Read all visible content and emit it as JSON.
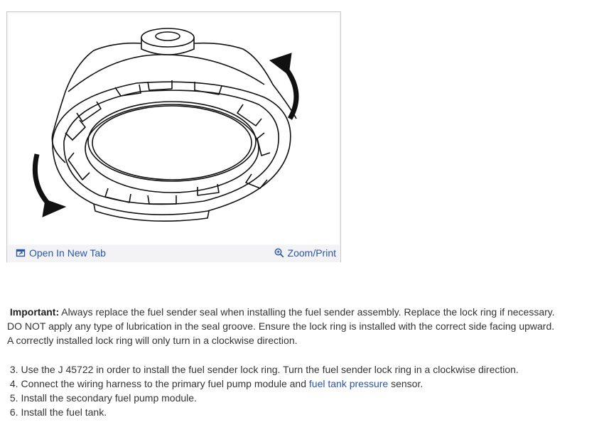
{
  "figure": {
    "icons": [
      "open-in-new-tab-icon",
      "zoom-magnifier-icon"
    ],
    "open_tab_label": "Open In New Tab",
    "zoom_print_label": "Zoom/Print"
  },
  "important_note": {
    "label": "Important:",
    "line1": " Always replace the fuel sender seal when installing the fuel sender assembly. Replace the lock ring if necessary.",
    "line2": "DO NOT apply any type of lubrication in the seal groove. Ensure the lock ring is installed with the correct side facing upward.",
    "line3": "A correctly installed lock ring will only turn in a clockwise direction."
  },
  "steps": [
    {
      "text": "3. Use the J 45722 in order to install the fuel sender lock ring. Turn the fuel sender lock ring in a clockwise direction."
    },
    {
      "before": "4. Connect the wiring harness to the primary fuel pump module and ",
      "link": "fuel tank pressure",
      "after": " sensor."
    },
    {
      "text": "5. Install the secondary fuel pump module."
    },
    {
      "text": "6. Install the fuel tank."
    }
  ],
  "colors": {
    "link": "#2a56a5",
    "text": "#333333",
    "toolbar": "#f3f3f6",
    "border": "#c9c9c9"
  }
}
